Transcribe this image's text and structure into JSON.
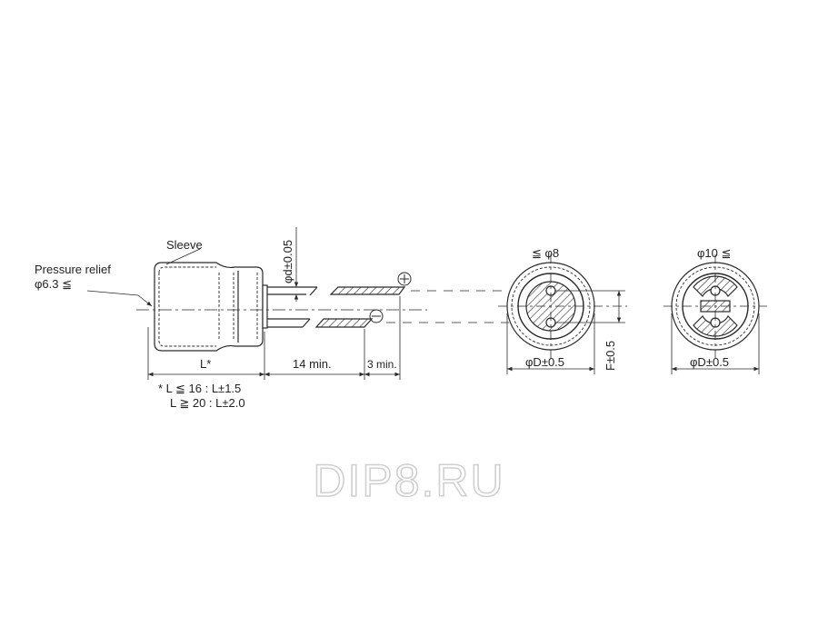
{
  "labels": {
    "sleeve": "Sleeve",
    "pressure_relief": "Pressure relief",
    "pressure_relief_dia": "φ6.3 ≦",
    "lead_dia": "φd±0.05",
    "plus": "⊕",
    "minus": "⊖",
    "length": "L*",
    "lead_length": "14 min.",
    "lead_end": "3 min.",
    "note_line1": "* L ≦ 16 : L±1.5",
    "note_line2": "L ≧ 20 : L±2.0",
    "small_dia": "≦ φ8",
    "large_dia": "φ10 ≦",
    "body_dia_small": "φD±0.5",
    "body_dia_large": "φD±0.5",
    "lead_spacing": "F±0.5"
  },
  "watermark": "DIP8.RU",
  "colors": {
    "line": "#2a2a2a",
    "watermark_stroke": "#d0d0d0"
  }
}
